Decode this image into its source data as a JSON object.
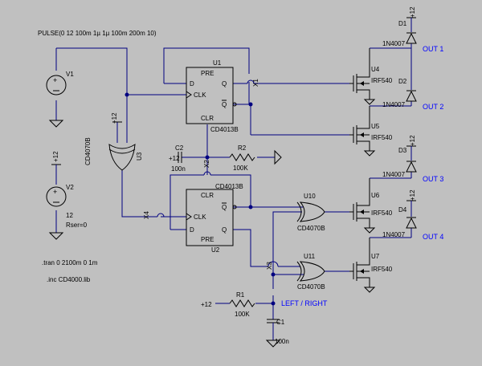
{
  "window": {
    "background": "#c0c0c0",
    "wire_color": "#000080",
    "label_color": "#0000ff"
  },
  "directives": {
    "pulse": "PULSE(0 12 100m 1µ 1µ 100m 200m 10)",
    "tran": ".tran 0 2100m 0 1m",
    "inc": ".inc CD4000.lib"
  },
  "sources": {
    "v1": {
      "name": "V1"
    },
    "v2": {
      "name": "V2",
      "value": "12",
      "rser": "Rser=0"
    },
    "supply": "+12"
  },
  "flipflops": {
    "u1": {
      "name": "U1",
      "part": "CD4013B",
      "pins": {
        "pre": "PRE",
        "d": "D",
        "clk": "CLK",
        "clr": "CLR",
        "q": "Q",
        "qbar": "Q"
      }
    },
    "u2": {
      "name": "U2",
      "part": "CD4013B",
      "pins": {
        "pre": "PRE",
        "d": "D",
        "clk": "CLK",
        "clr": "CLR",
        "q": "Q",
        "qbar": "Q"
      }
    }
  },
  "gates": {
    "u3": {
      "name": "U3",
      "part": "CD4070B"
    },
    "u10": {
      "name": "U10",
      "part": "CD4070B"
    },
    "u11": {
      "name": "U11",
      "part": "CD4070B"
    }
  },
  "passives": {
    "c2": {
      "name": "C2",
      "value": "100n"
    },
    "r2": {
      "name": "R2",
      "value": "100K"
    },
    "r1": {
      "name": "R1",
      "value": "100K"
    },
    "c1": {
      "name": "C1",
      "value": "100n"
    }
  },
  "mosfets": [
    {
      "name": "U4",
      "part": "IRF540"
    },
    {
      "name": "U5",
      "part": "IRF540"
    },
    {
      "name": "U6",
      "part": "IRF540"
    },
    {
      "name": "U7",
      "part": "IRF540"
    }
  ],
  "diodes": [
    {
      "name": "D1",
      "part": "1N4007"
    },
    {
      "name": "D2",
      "part": "1N4007"
    },
    {
      "name": "D3",
      "part": "1N4007"
    },
    {
      "name": "D4",
      "part": "1N4007"
    }
  ],
  "nets": {
    "out1": "OUT 1",
    "out2": "OUT 2",
    "out3": "OUT 3",
    "out4": "OUT 4",
    "left_right": "LEFT / RIGHT",
    "x1": "X1",
    "x2": "X2",
    "x3": "X3",
    "x4": "X4"
  }
}
